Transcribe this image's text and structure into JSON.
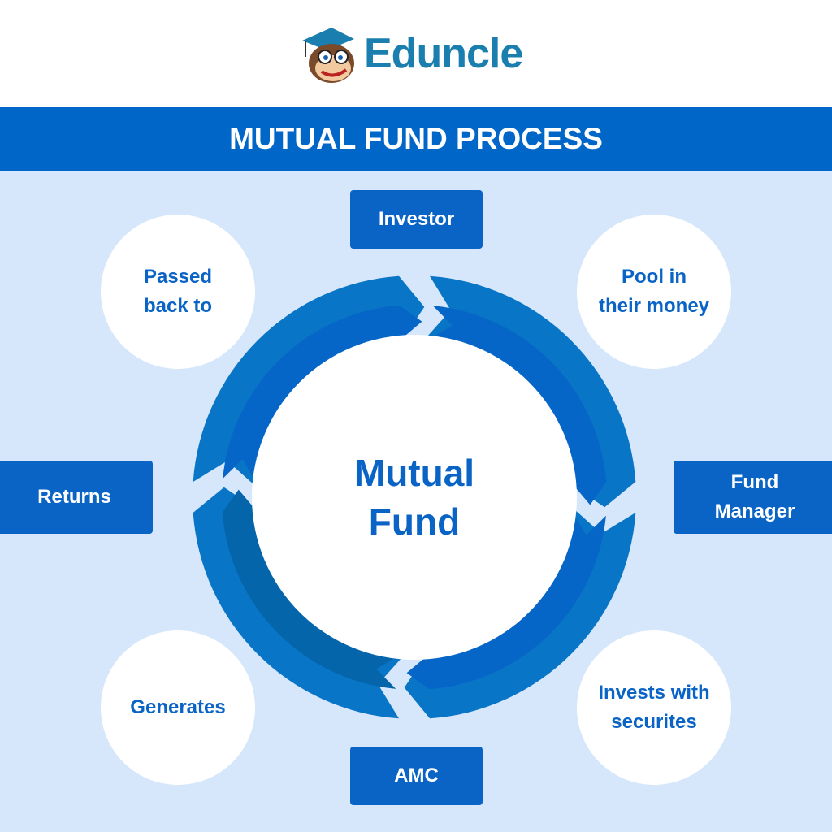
{
  "logo": {
    "text": "Eduncle"
  },
  "header": {
    "title": "MUTUAL FUND PROCESS"
  },
  "center": {
    "label_line1": "Mutual",
    "label_line2": "Fund"
  },
  "boxes": {
    "investor": "Investor",
    "fund_manager_line1": "Fund",
    "fund_manager_line2": "Manager",
    "amc": "AMC",
    "returns": "Returns"
  },
  "bubbles": {
    "pool_line1": "Pool in",
    "pool_line2": "their money",
    "invests_line1": "Invests with",
    "invests_line2": "securites",
    "generates": "Generates",
    "passed_line1": "Passed",
    "passed_line2": "back to"
  },
  "colors": {
    "brand": "#0066c8",
    "background": "#d6e6fb",
    "logo": "#1a7fae"
  }
}
